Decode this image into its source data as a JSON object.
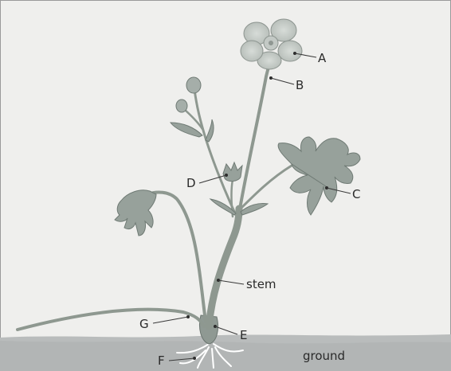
{
  "diagram": {
    "labels": {
      "a": "A",
      "b": "B",
      "c": "C",
      "d": "D",
      "e": "E",
      "f": "F",
      "g": "G",
      "stem": "stem",
      "ground": "ground"
    }
  }
}
